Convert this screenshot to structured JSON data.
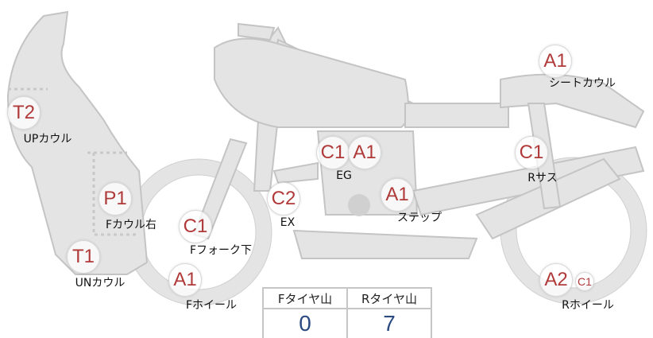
{
  "markers": [
    {
      "code": "A1",
      "part": "シートカウル"
    },
    {
      "code": "T2",
      "part": "UPカウル"
    },
    {
      "code": "C1",
      "code2": "A1",
      "part": "EG"
    },
    {
      "code": "C1",
      "part": "Rサス"
    },
    {
      "code": "P1",
      "part": "Fカウル右"
    },
    {
      "code": "C2",
      "part": "EX"
    },
    {
      "code": "A1",
      "part": "ステップ"
    },
    {
      "code": "C1",
      "part": "Fフォーク下"
    },
    {
      "code": "T1",
      "part": "UNカウル"
    },
    {
      "code": "A1",
      "part": "Fホイール"
    },
    {
      "code": "A2",
      "code2": "C1",
      "part": "Rホイール"
    }
  ],
  "tire_table": {
    "headers": [
      "Fタイヤ山",
      "Rタイヤ山"
    ],
    "values": [
      "0",
      "7"
    ]
  },
  "colors": {
    "body": "#e4e4e4",
    "outline": "#c4c4c4",
    "marker_text": "#b03a3a",
    "value_text": "#2a4a80"
  }
}
